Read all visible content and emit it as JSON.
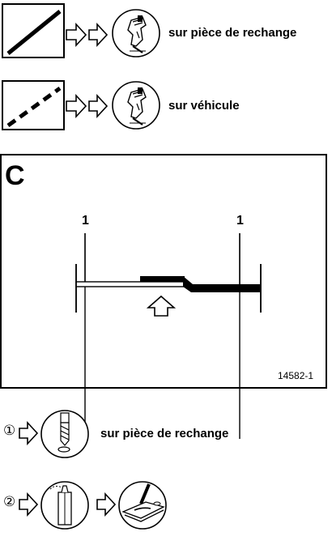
{
  "legend": {
    "spare_part_label": "sur pièce de rechange",
    "vehicle_label": "sur véhicule"
  },
  "panel": {
    "letter": "C",
    "ref_left": "1",
    "ref_right": "1",
    "figure_number": "14582-1"
  },
  "steps": {
    "step1_number": "①",
    "step1_label": "sur pièce de rechange",
    "step2_number": "②"
  },
  "icons": {
    "solid_line_box": "solid-cut-line-icon",
    "dashed_line_box": "dashed-cut-line-icon",
    "arrow": "outline-arrow-right-icon",
    "grinder": "grinder-tool-icon",
    "drill_bit": "drill-bit-icon",
    "sealant_tube": "sealant-tube-icon",
    "applicator": "sealant-application-icon",
    "view_arrow": "outline-arrow-up-icon"
  }
}
